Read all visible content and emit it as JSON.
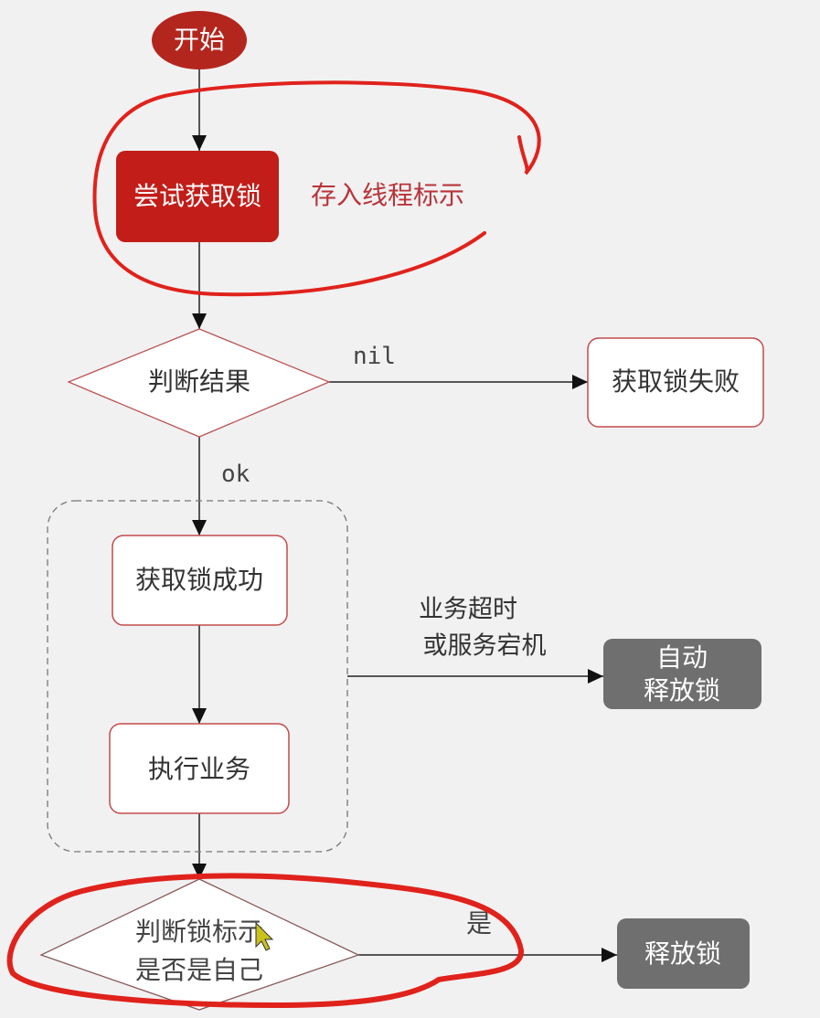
{
  "nodes": {
    "start": "开始",
    "try_lock": "尝试获取锁",
    "store_thread_id": "存入线程标示",
    "judge_result": "判断结果",
    "lock_failed": "获取锁失败",
    "lock_success": "获取锁成功",
    "execute_business": "执行业务",
    "auto_release_line1": "自动",
    "auto_release_line2": "释放锁",
    "judge_owner_line1": "判断锁标示",
    "judge_owner_line2": "是否是自己",
    "release_lock": "释放锁"
  },
  "edges": {
    "nil": "nil",
    "ok": "ok",
    "timeout_line1": "业务超时",
    "timeout_line2": "或服务宕机",
    "yes": "是"
  },
  "colors": {
    "start_fill": "#b3261e",
    "try_lock_fill": "#c21d18",
    "annotation_red": "#e0221c",
    "gray_fill": "#6f6f6f",
    "node_border": "#c44b4b"
  }
}
